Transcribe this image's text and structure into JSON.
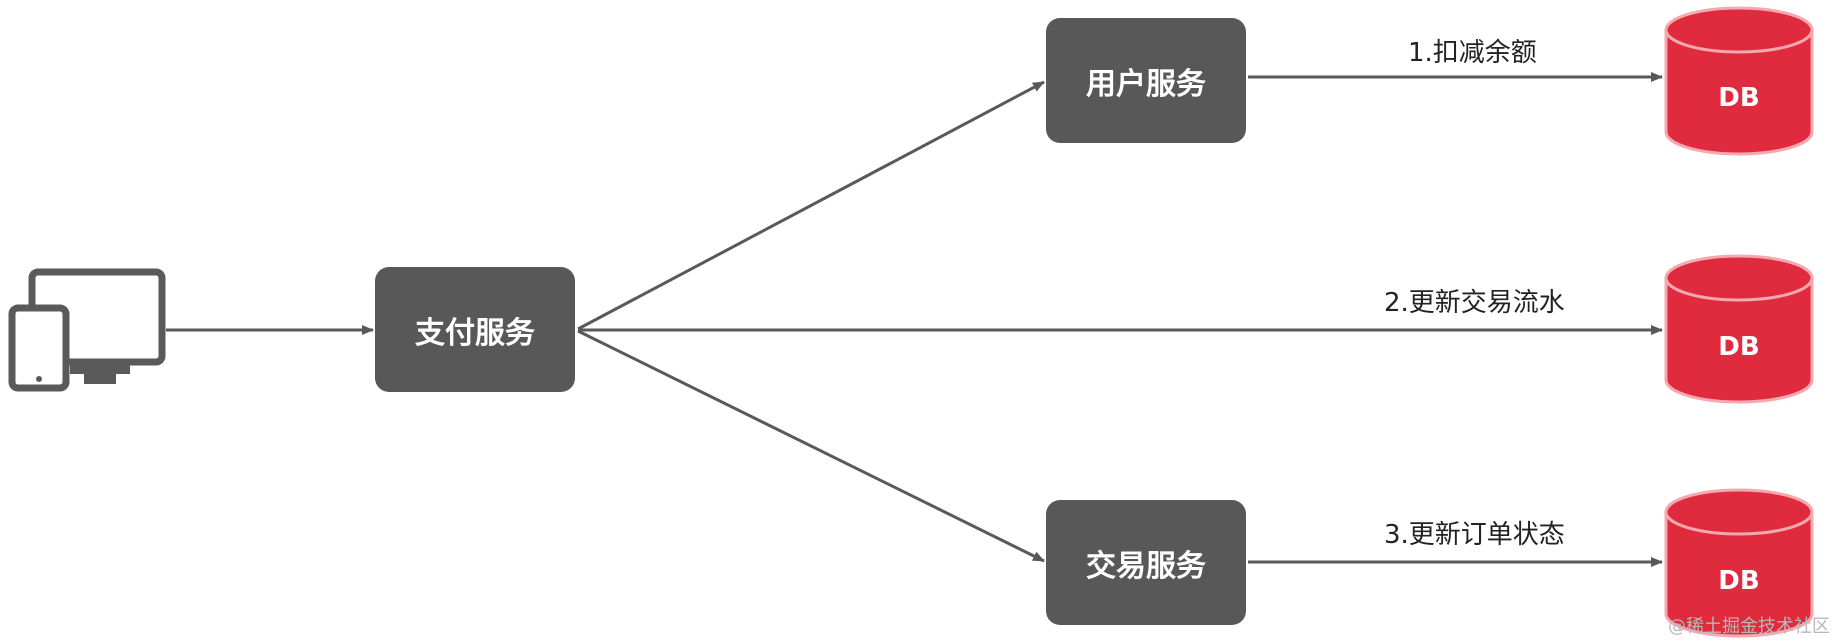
{
  "nodes": {
    "pay_service": "支付服务",
    "user_service": "用户服务",
    "trade_service": "交易服务",
    "db_label": "DB"
  },
  "edges": {
    "deduct_balance": "1.扣减余额",
    "update_trade_flow": "2.更新交易流水",
    "update_order_status": "3.更新订单状态"
  },
  "watermark": "@稀土掘金技术社区",
  "icons": {
    "client": "devices-icon",
    "database": "database-icon"
  },
  "colors": {
    "box": "#585858",
    "db": "#e02a3d",
    "db_rim": "#f4a8b0",
    "arrow": "#595959"
  }
}
